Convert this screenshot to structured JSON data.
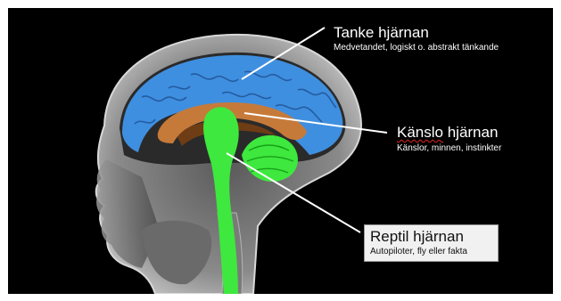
{
  "regions": [
    {
      "id": "thinking",
      "title": "Tanke hjärnan",
      "subtitle": "Medvetandet, logiskt o. abstrakt tänkande",
      "color": "#3f8fe0"
    },
    {
      "id": "emotional",
      "title_underlined": "Känslo",
      "title_rest": " hjärnan",
      "subtitle": "Känslor, minnen, instinkter",
      "color": "#c67a3a"
    },
    {
      "id": "reptile",
      "title": "Reptil hjärnan",
      "subtitle": "Autopiloter, fly eller fakta",
      "color": "#3ee83e"
    }
  ],
  "colors": {
    "background": "#000000",
    "leader_line": "#ffffff",
    "label_box": "#f1f1f1"
  }
}
